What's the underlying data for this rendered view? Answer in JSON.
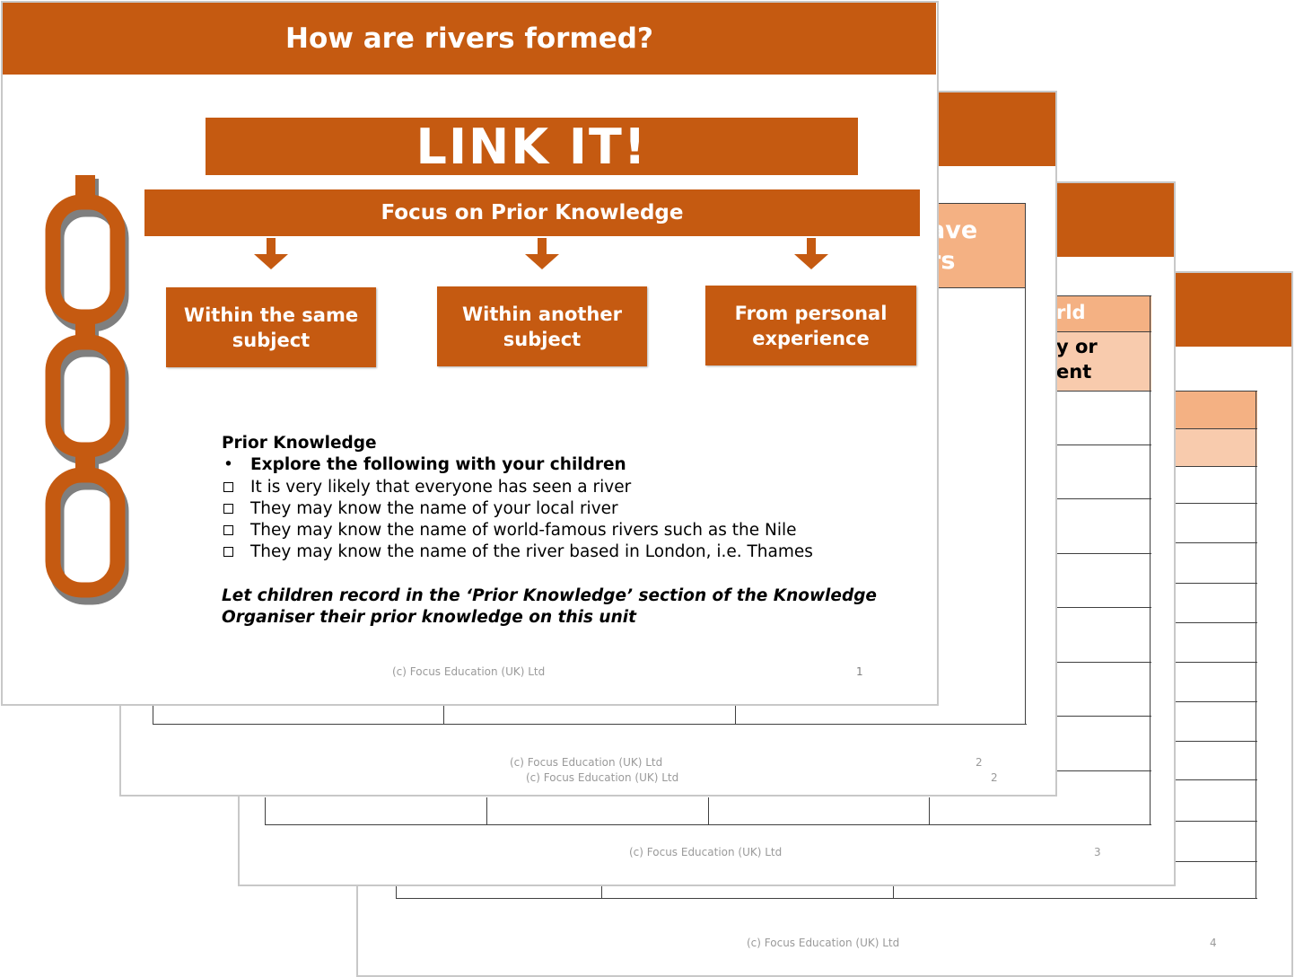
{
  "colors": {
    "accent": "#c55a11",
    "peach_dark": "#f4b183",
    "peach_light": "#f8cbad",
    "border": "#c8c8c8"
  },
  "slide4": {
    "footer": "(c) Focus Education (UK) Ltd",
    "page": "4"
  },
  "slide3": {
    "frag_line1": "rld",
    "frag_line2": "y or",
    "frag_line3": "ent",
    "footer": "(c) Focus Education (UK) Ltd",
    "page": "3"
  },
  "slide2": {
    "frag_line1": "ave",
    "frag_line2": "rs",
    "footer": "(c) Focus Education (UK) Ltd",
    "page": "2",
    "footer_dup": "(c) Focus Education (UK) Ltd",
    "page_dup": "2"
  },
  "slide1": {
    "title": "How are rivers formed?",
    "banner": "LINK IT!",
    "focus": "Focus on Prior Knowledge",
    "categories": [
      "Within the same subject",
      "Within another subject",
      "From personal experience"
    ],
    "chain_icon": "chain-icon",
    "prior_heading": "Prior Knowledge",
    "bullet": "Explore the following with your children",
    "checklist": [
      "It is very likely that everyone has seen a river",
      "They may know the name of your local river",
      "They may know the name of world-famous rivers such as the Nile",
      "They may know the name of the river based in London, i.e. Thames"
    ],
    "note": "Let children record in the ‘Prior Knowledge’ section of the Knowledge Organiser their prior knowledge on this unit",
    "footer": "(c) Focus Education (UK) Ltd",
    "page": "1"
  }
}
